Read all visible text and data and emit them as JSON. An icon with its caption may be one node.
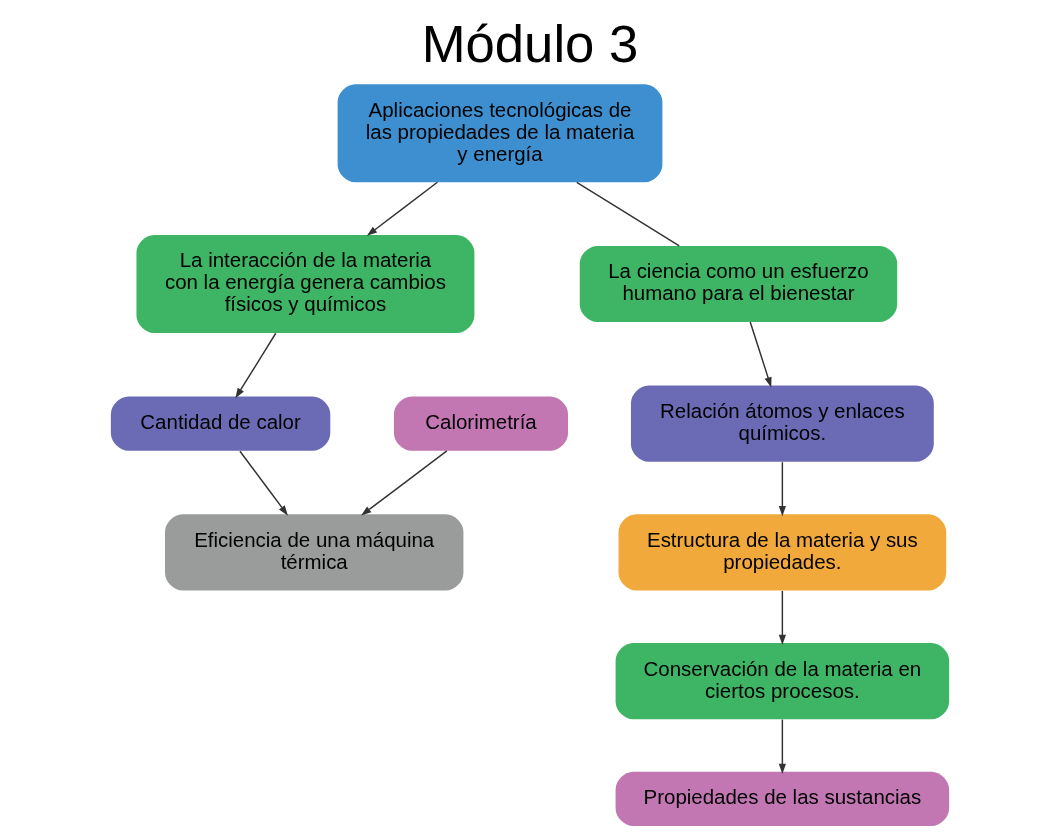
{
  "diagram": {
    "title": "Módulo 3",
    "nodes": [
      {
        "text": [
          "Aplicaciones tecnológicas de las propiedades de la materia y energía"
        ]
      },
      {
        "text": [
          "La interacción de la materia con la energía genera cambios físicos y químicos"
        ]
      },
      {
        "text": [
          "La ciencia como un esfuerzo humano para el bienestar"
        ]
      },
      {
        "text": [
          "Cantidad de calor"
        ]
      },
      {
        "text": [
          "Relación átomos y enlaces químicos."
        ]
      },
      {
        "text": [
          "Eficiencia de una máquina térmica"
        ]
      },
      {
        "text": [
          "Estructura de la materia y sus propiedades."
        ]
      },
      {
        "text": [
          "Calorimetría"
        ]
      },
      {
        "text": [
          "Conservación de la materia en ciertos procesos."
        ]
      },
      {
        "text": [
          "Propiedades de las sustancias"
        ]
      }
    ],
    "edges": [
      {
        "from": 0,
        "to": 1,
        "arrow": "to"
      },
      {
        "from": 0,
        "to": 2,
        "arrow": "none"
      },
      {
        "from": 1,
        "to": 3,
        "arrow": "to"
      },
      {
        "from": 3,
        "to": 5,
        "arrow": "to"
      },
      {
        "from": 7,
        "to": 5,
        "arrow": "to"
      },
      {
        "from": 2,
        "to": 4,
        "arrow": "to"
      },
      {
        "from": 4,
        "to": 6,
        "arrow": "to"
      },
      {
        "from": 6,
        "to": 8,
        "arrow": "to"
      },
      {
        "from": 8,
        "to": 9,
        "arrow": "to"
      }
    ]
  }
}
